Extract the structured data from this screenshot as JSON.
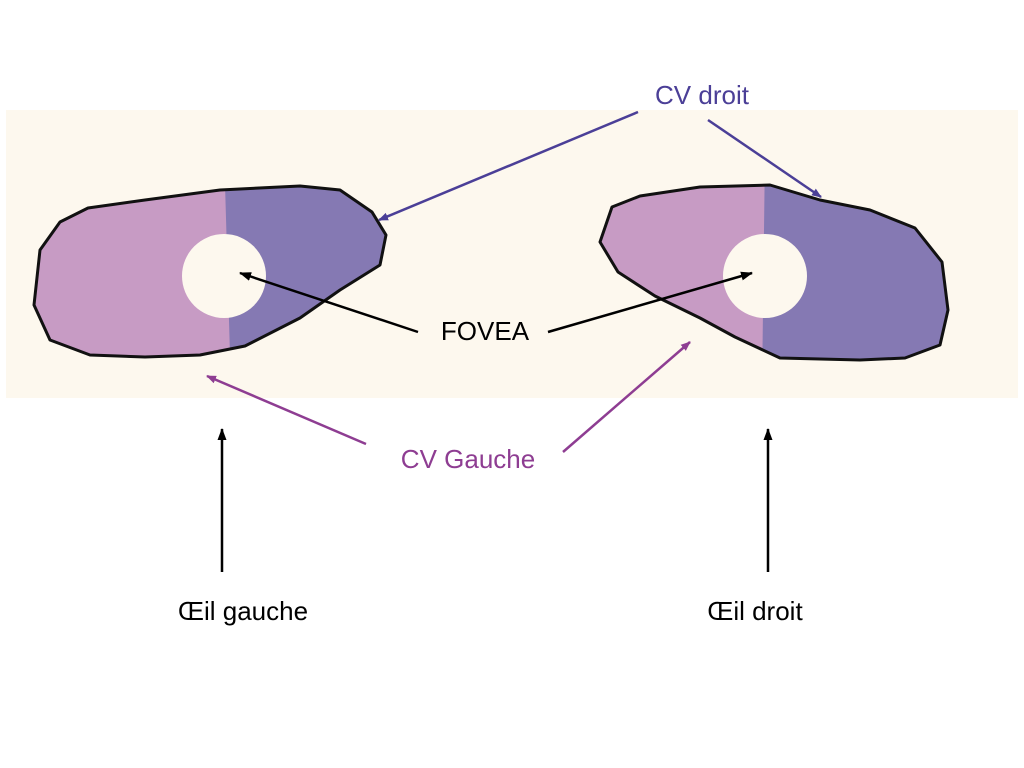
{
  "labels": {
    "cv_droit": "CV droit",
    "fovea": "FOVEA",
    "cv_gauche": "CV Gauche",
    "oeil_gauche": "Œil gauche",
    "oeil_droit": "Œil droit"
  },
  "colors": {
    "background_panel": "#fdf8ee",
    "cv_gauche_fill": "#c79bc4",
    "cv_droit_fill": "#8579b3",
    "fovea_fill": "#fdf8ee",
    "outline": "#111111",
    "cv_droit_arrow": "#4b3f97",
    "cv_gauche_arrow": "#8e3d92",
    "black_arrow": "#000000"
  }
}
